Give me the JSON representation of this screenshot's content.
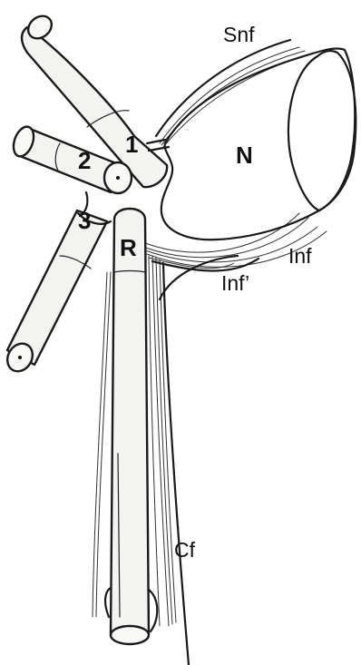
{
  "labels": {
    "snf": "Snf",
    "n": "N",
    "inf": "Inf",
    "inf_prime": "Inf’",
    "cf": "Cf",
    "r": "R",
    "canal_1": "1",
    "canal_2": "2",
    "canal_3": "3"
  },
  "colors": {
    "ink": "#1a1a1a",
    "tube_fill": "#f3f3f1",
    "background": "#ffffff"
  }
}
